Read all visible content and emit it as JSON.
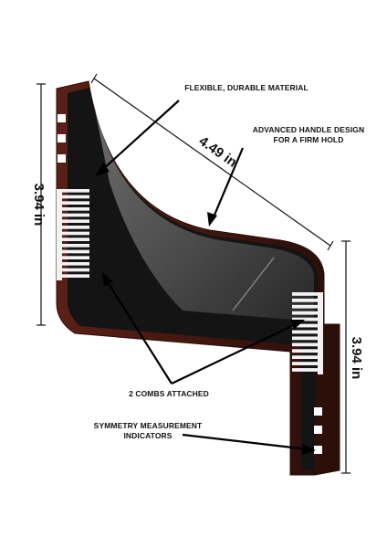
{
  "labels": {
    "material": "FLEXIBLE, DURABLE MATERIAL",
    "handle_line1": "ADVANCED  HANDLE DESIGN",
    "handle_line2": "FOR A FIRM HOLD",
    "combs": "2 COMBS ATTACHED",
    "symmetry_line1": "SYMMETRY MEASUREMENT",
    "symmetry_line2": "INDICATORS"
  },
  "dimensions": {
    "diagonal": "4.49 in",
    "left_height": "3.94 in",
    "right_height": "3.94 in"
  },
  "colors": {
    "frame": "#4a1a12",
    "body": "#141414",
    "glass": "#5a5a5a",
    "comb": "#f2f2f2",
    "indicator": "#ffffff"
  }
}
